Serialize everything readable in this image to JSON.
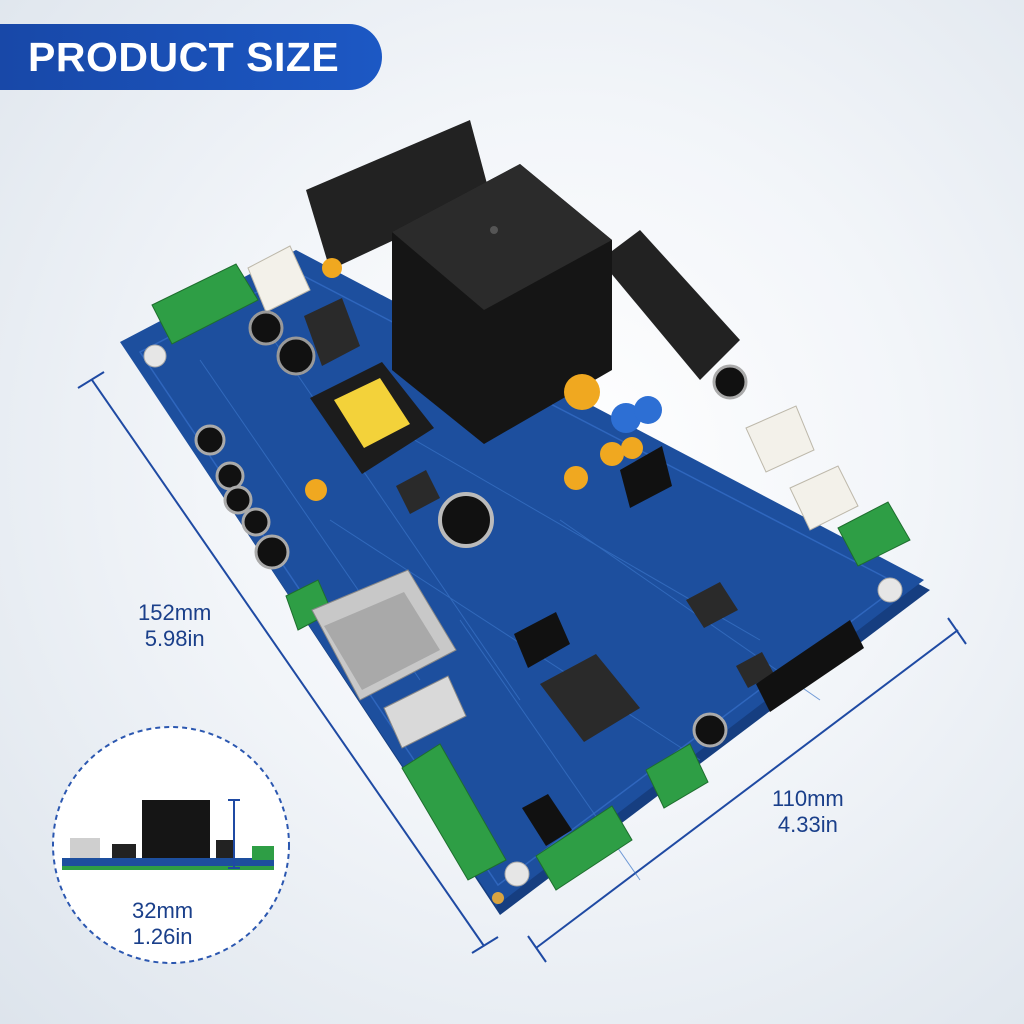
{
  "title": "PRODUCT SIZE",
  "dimensions": {
    "length": {
      "mm": "152mm",
      "in": "5.98in"
    },
    "width": {
      "mm": "110mm",
      "in": "4.33in"
    },
    "height": {
      "mm": "32mm",
      "in": "1.26in"
    }
  },
  "colors": {
    "banner": "#1c55bf",
    "dimension_line": "#1f4aa3",
    "pcb": "#1d4f9e",
    "terminal_green": "#2e9e45",
    "relay_black": "#1a1a1a",
    "capacitor_yellow": "#f0a820"
  }
}
